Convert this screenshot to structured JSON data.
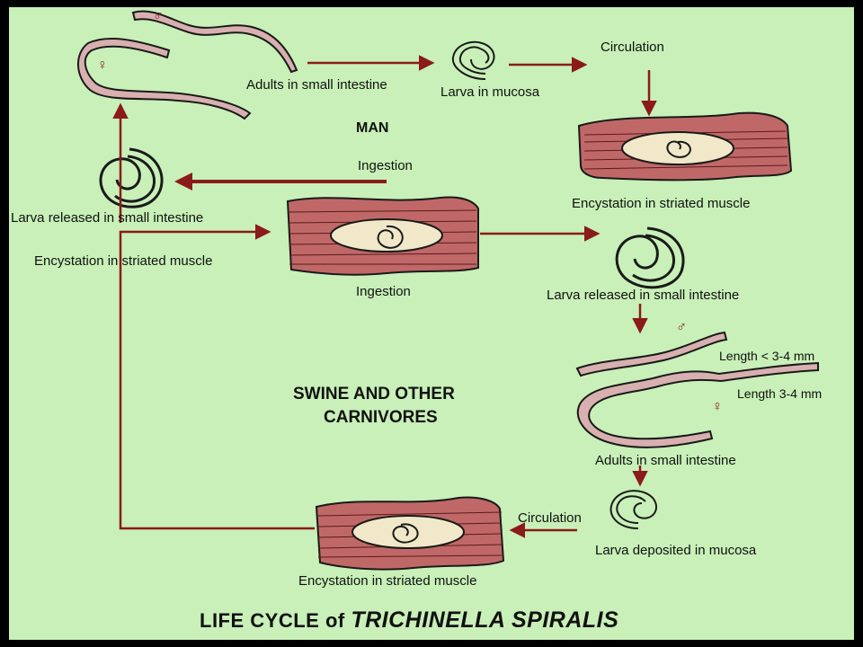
{
  "colors": {
    "background": "#c8f0b8",
    "arrow": "#8b1a1a",
    "muscle": "#c06868",
    "cyst": "#f0e8c8",
    "worm": "#d8b0b0",
    "outline": "#1a1a1a"
  },
  "labels": {
    "adults_top": "Adults in small intestine",
    "larva_mucosa": "Larva in mucosa",
    "circulation_top": "Circulation",
    "man": "MAN",
    "ingestion_top": "Ingestion",
    "encyst_top_right": "Encystation in striated muscle",
    "larva_released_left": "Larva released in small intestine",
    "encyst_left": "Encystation in striated muscle",
    "ingestion_center": "Ingestion",
    "larva_released_right": "Larva released in small intestine",
    "length_male": "Length < 3-4 mm",
    "length_female": "Length  3-4 mm",
    "swine_line1": "SWINE AND OTHER",
    "swine_line2": "CARNIVORES",
    "adults_right": "Adults in small intestine",
    "circulation_bottom": "Circulation",
    "larva_deposited": "Larva deposited in mucosa",
    "encyst_bottom": "Encystation in striated muscle"
  },
  "symbols": {
    "male": "♂",
    "female": "♀"
  },
  "title": {
    "prefix": "LIFE CYCLE of ",
    "species": "TRICHINELLA SPIRALIS"
  }
}
